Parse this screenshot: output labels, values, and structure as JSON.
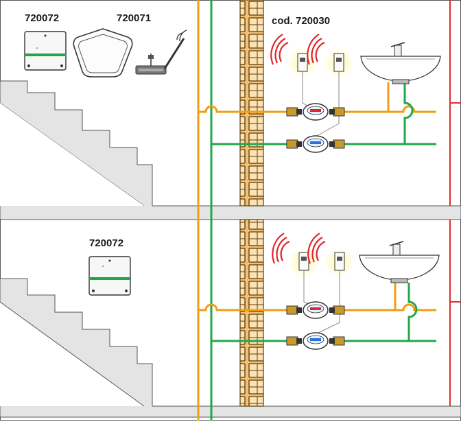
{
  "labels": {
    "top_receiver_code": "720072",
    "top_repeater_code": "720071",
    "module_code": "cod. 720030",
    "bottom_receiver_code": "720072"
  },
  "colors": {
    "hot_pipe": "#f39c12",
    "cold_pipe": "#1fa84a",
    "drain_pipe": "#e02a2a",
    "wall_brick": "#f1b85a",
    "signal_waves": "#e0262e",
    "stair_fill": "#dcdcdc",
    "floor_slab": "#d6d6d6"
  },
  "icons": {
    "receiver": "wall-receiver-icon",
    "repeater": "pentagon-repeater-icon",
    "gateway": "antenna-gateway-icon",
    "radio_module": "radio-module-icon",
    "meter": "water-meter-icon",
    "sink": "washbasin-icon"
  }
}
